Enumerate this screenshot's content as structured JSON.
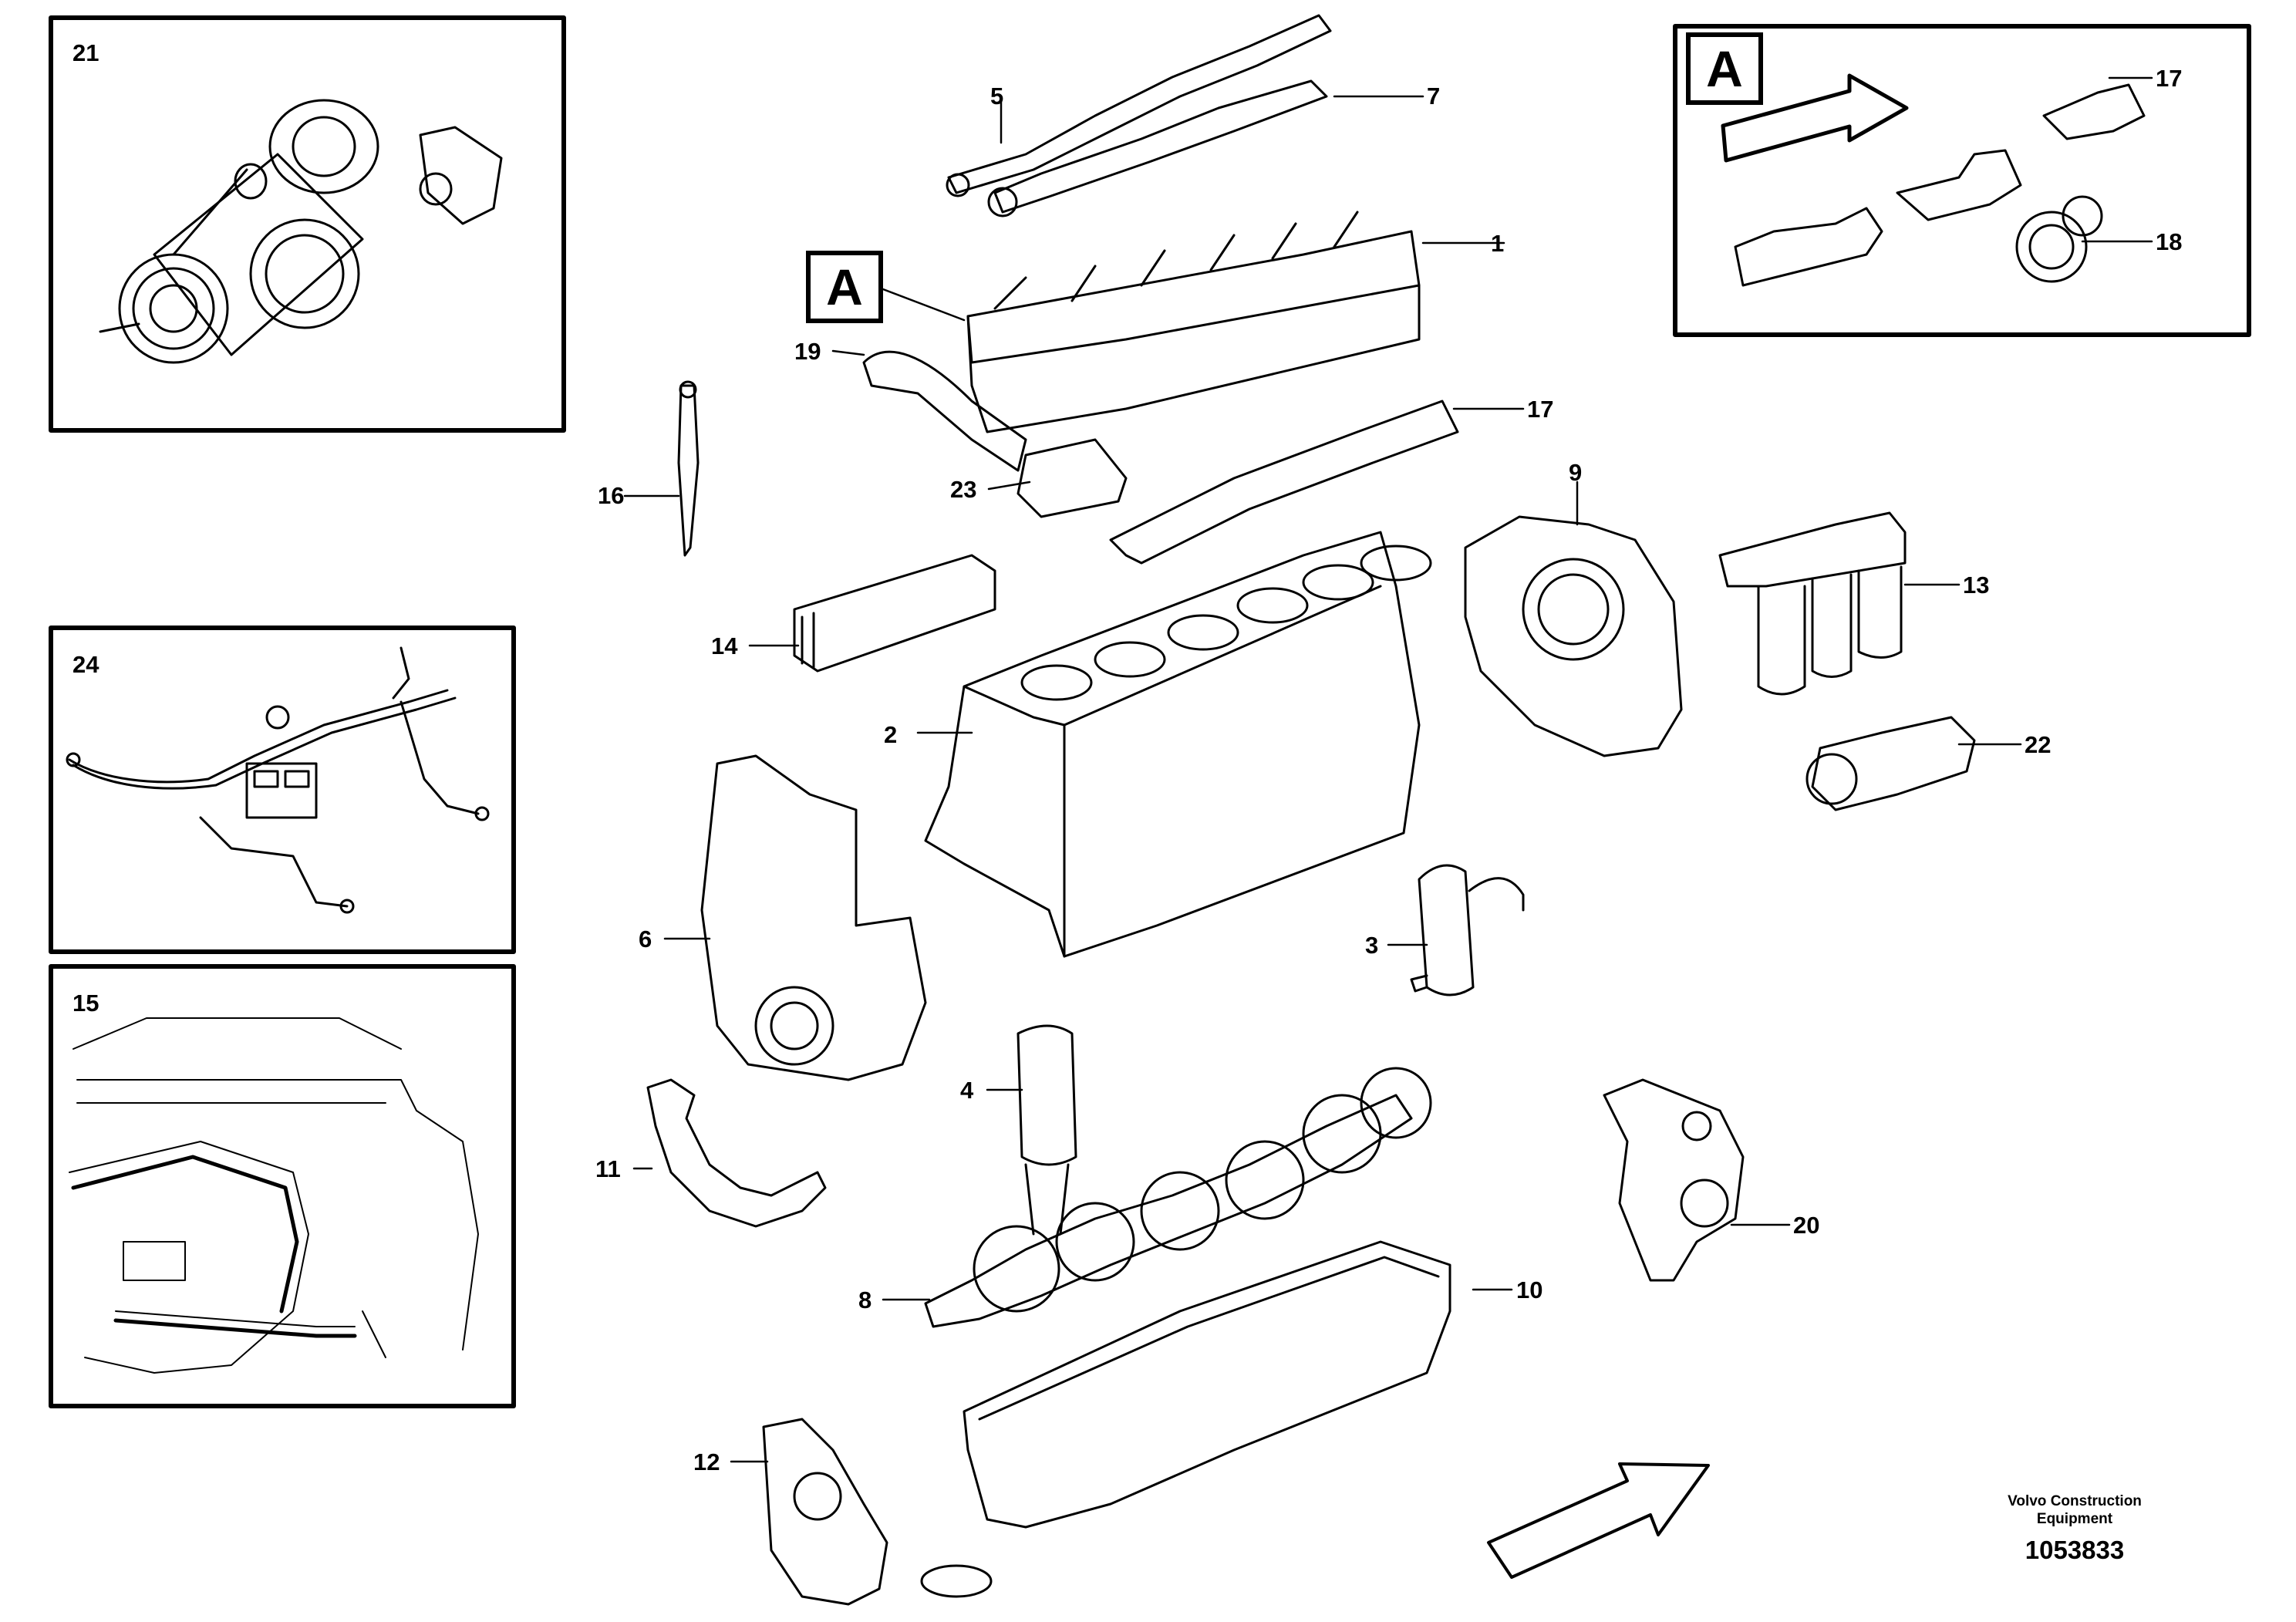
{
  "callouts": {
    "c1": "1",
    "c2": "2",
    "c3": "3",
    "c4": "4",
    "c5": "5",
    "c6": "6",
    "c7": "7",
    "c8": "8",
    "c9": "9",
    "c10": "10",
    "c11": "11",
    "c12": "12",
    "c13": "13",
    "c14": "14",
    "c16": "16",
    "c17": "17",
    "c17b": "17",
    "c18": "18",
    "c19": "19",
    "c20": "20",
    "c22": "22",
    "c23": "23"
  },
  "insets": {
    "i21": "21",
    "i24": "24",
    "i15": "15"
  },
  "detail_marker": "A",
  "detail_box_marker": "A",
  "footer": {
    "company_line1": "Volvo Construction",
    "company_line2": "Equipment",
    "drawing_number": "1053833"
  }
}
